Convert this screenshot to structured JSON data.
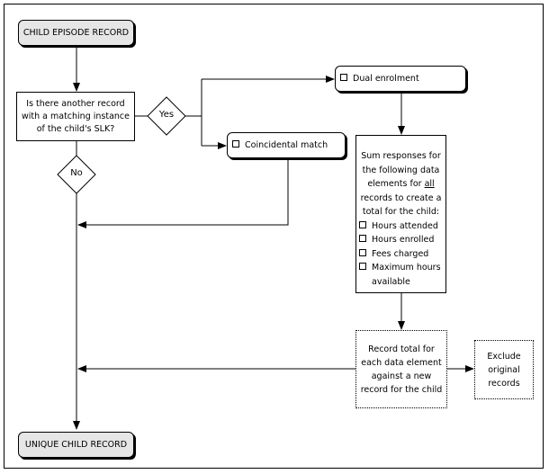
{
  "start_node": "CHILD EPISODE RECORD",
  "question_node": "Is there another record with a matching instance of the child's SLK?",
  "decision_yes": "Yes",
  "decision_no": "No",
  "dual_enrolment": "Dual enrolment",
  "coincidental_match": "Coincidental match",
  "sum_box": {
    "intro_1": "Sum responses for the following data elements for ",
    "intro_all": "all",
    "intro_2": " records to create a total for the child:",
    "items": [
      "Hours attended",
      "Hours enrolled",
      "Fees charged",
      "Maximum hours"
    ],
    "item_4_cont": "available"
  },
  "record_total": "Record total for each data element against a new record for the child",
  "exclude": "Exclude original records",
  "end_node": "UNIQUE CHILD RECORD"
}
